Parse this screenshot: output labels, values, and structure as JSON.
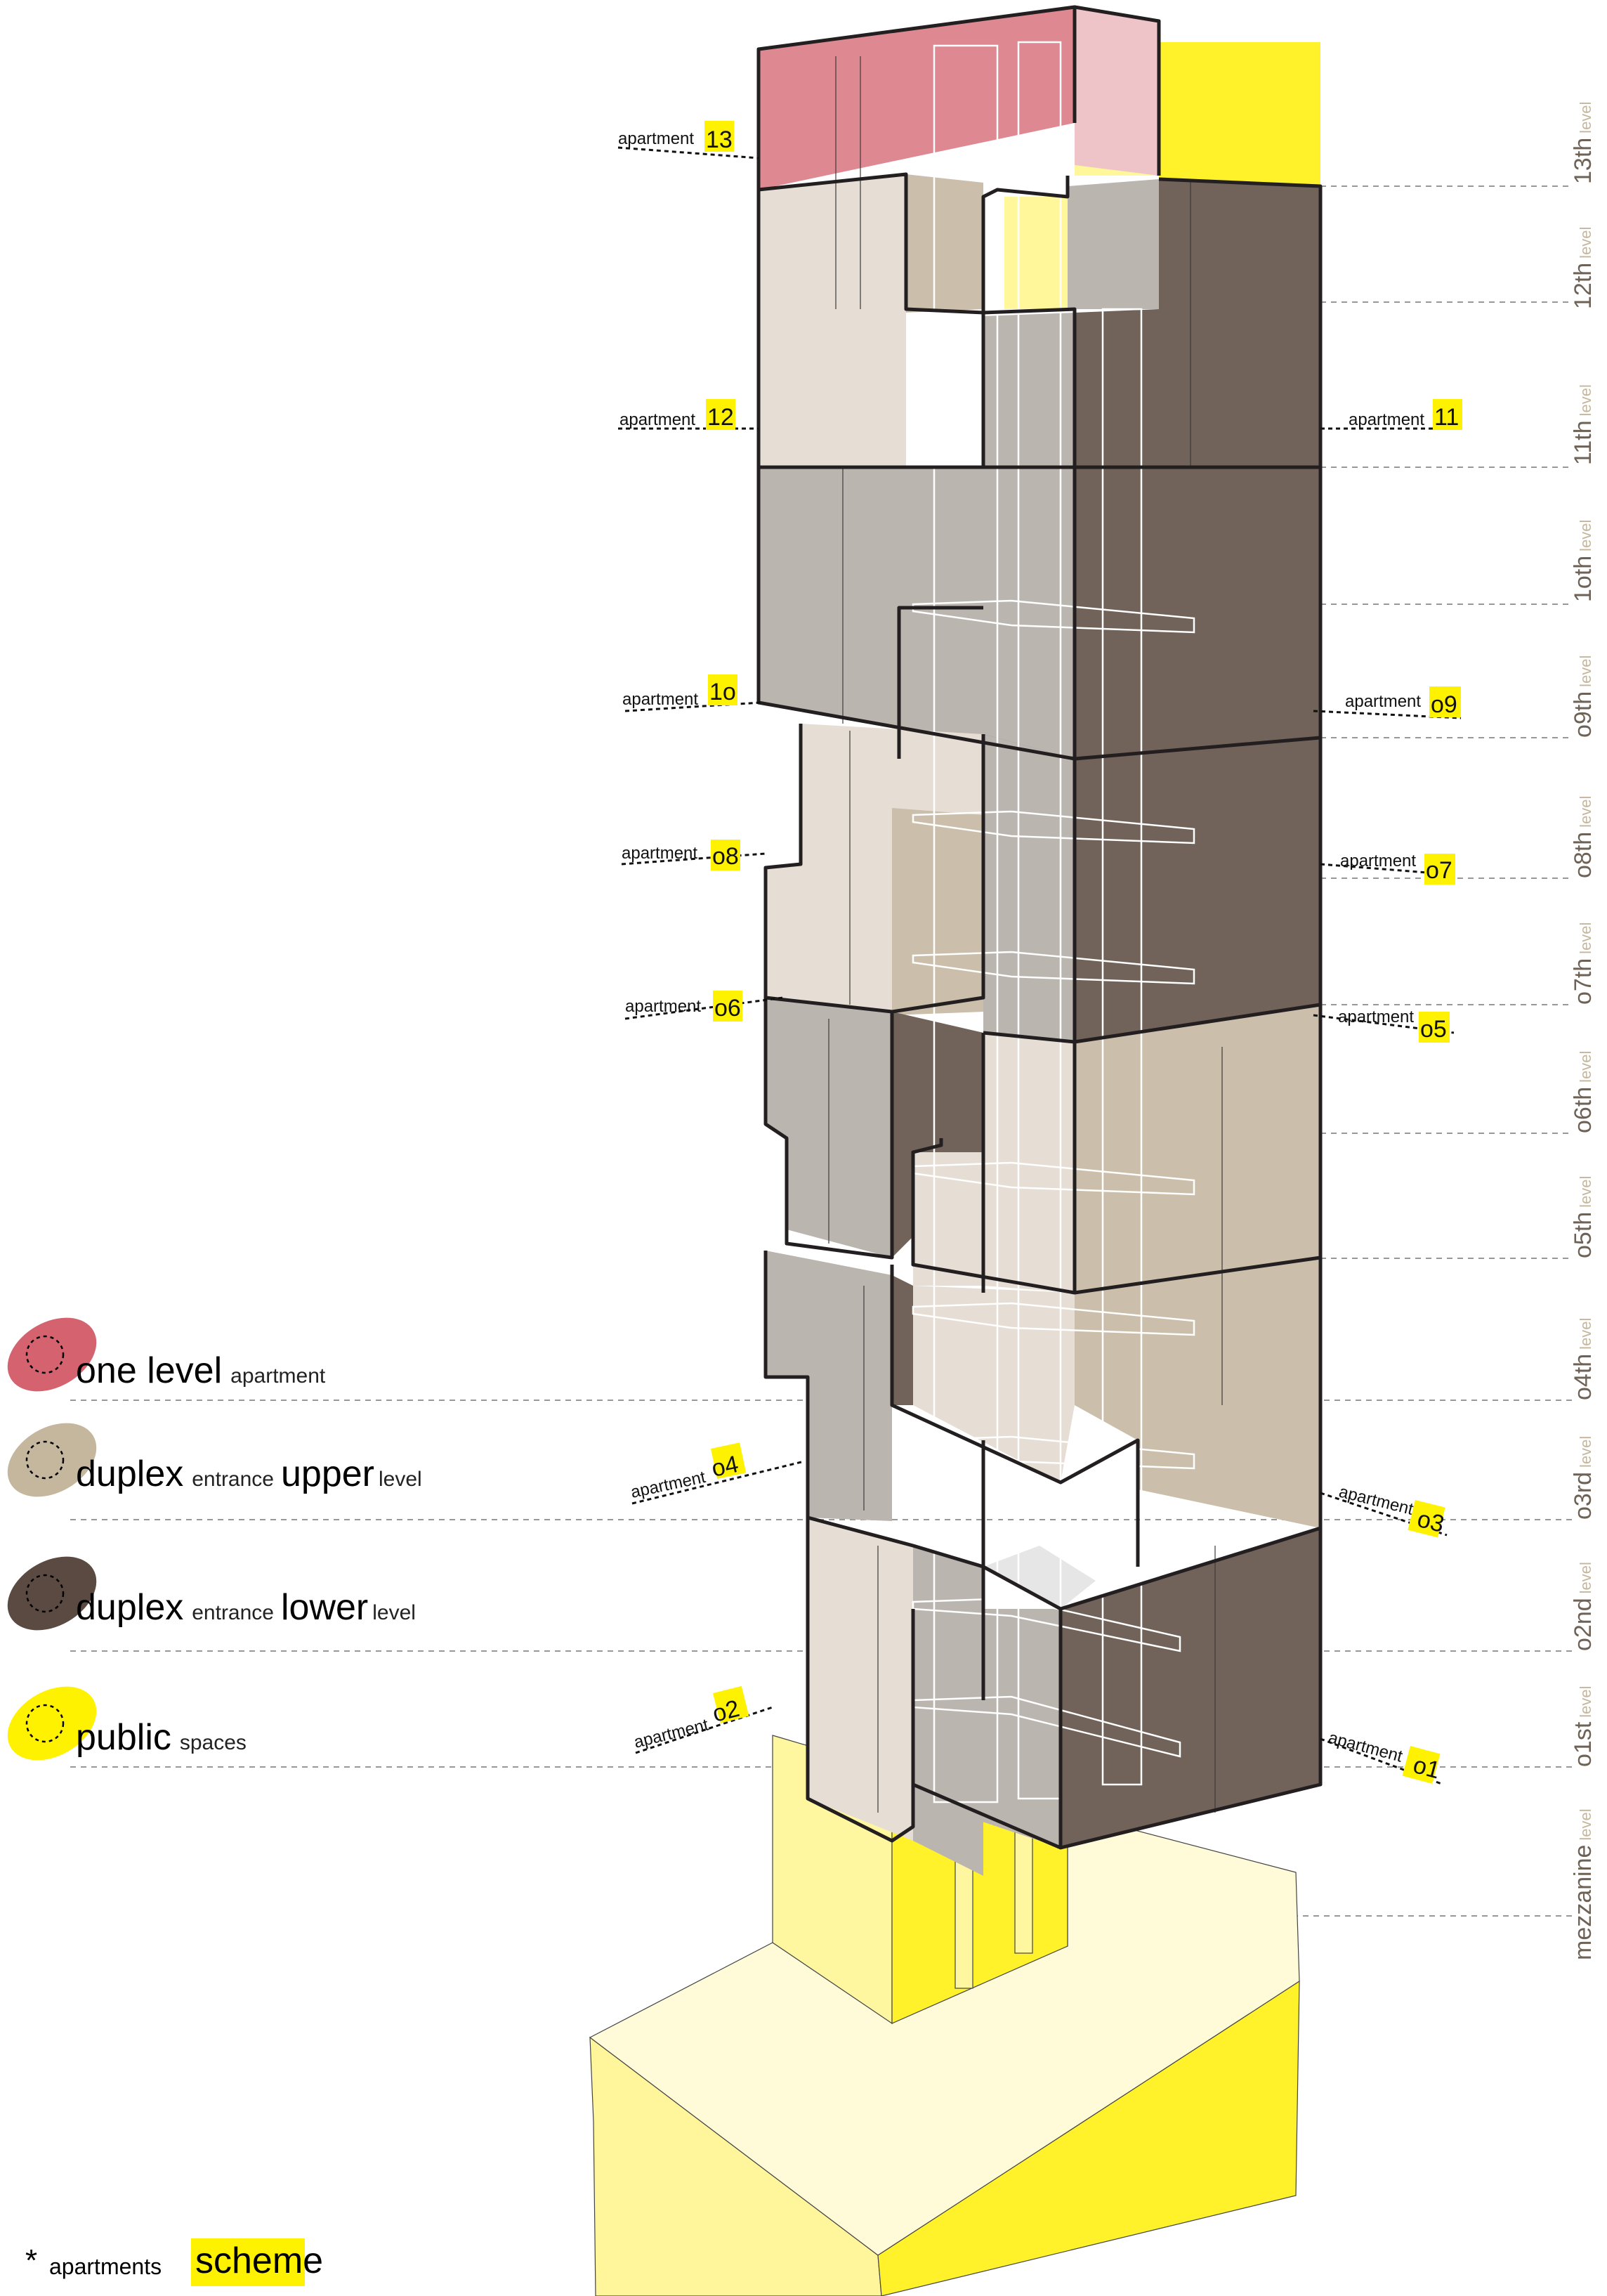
{
  "colors": {
    "one_level": "#d4636f",
    "duplex_upper": "#c5b79e",
    "duplex_lower": "#5a4a42",
    "public": "#fff200",
    "label_highlight": "#fff200",
    "level_text": "#6e6257",
    "level_suffix": "#c5b79e"
  },
  "levels": [
    {
      "name": "13th",
      "suffix": "level"
    },
    {
      "name": "12th",
      "suffix": "level"
    },
    {
      "name": "11th",
      "suffix": "level"
    },
    {
      "name": "1oth",
      "suffix": "level"
    },
    {
      "name": "o9th",
      "suffix": "level"
    },
    {
      "name": "o8th",
      "suffix": "level"
    },
    {
      "name": "o7th",
      "suffix": "level"
    },
    {
      "name": "o6th",
      "suffix": "level"
    },
    {
      "name": "o5th",
      "suffix": "level"
    },
    {
      "name": "o4th",
      "suffix": "level"
    },
    {
      "name": "o3rd",
      "suffix": "level"
    },
    {
      "name": "o2nd",
      "suffix": "level"
    },
    {
      "name": "o1st",
      "suffix": "level"
    },
    {
      "name": "mezzanine",
      "suffix": "level"
    }
  ],
  "apartments": [
    {
      "word": "apartment",
      "number": "13"
    },
    {
      "word": "apartment",
      "number": "12"
    },
    {
      "word": "apartment",
      "number": "11"
    },
    {
      "word": "apartment",
      "number": "1o"
    },
    {
      "word": "apartment",
      "number": "o9"
    },
    {
      "word": "apartment",
      "number": "o8"
    },
    {
      "word": "apartment",
      "number": "o7"
    },
    {
      "word": "apartment",
      "number": "o6"
    },
    {
      "word": "apartment",
      "number": "o5"
    },
    {
      "word": "apartment",
      "number": "o4"
    },
    {
      "word": "apartment",
      "number": "o3"
    },
    {
      "word": "apartment",
      "number": "o2"
    },
    {
      "word": "apartment",
      "number": "o1"
    }
  ],
  "legend": [
    {
      "big1": "one level",
      "small1": "apartment",
      "big2": "",
      "small2": ""
    },
    {
      "big1": "duplex",
      "small1": "entrance",
      "big2": "upper",
      "small2": "level"
    },
    {
      "big1": "duplex",
      "small1": "entrance",
      "big2": "lower",
      "small2": "level"
    },
    {
      "big1": "public",
      "small1": "spaces",
      "big2": "",
      "small2": ""
    }
  ],
  "footer": {
    "star": "*",
    "small": "apartments",
    "big": "scheme"
  }
}
